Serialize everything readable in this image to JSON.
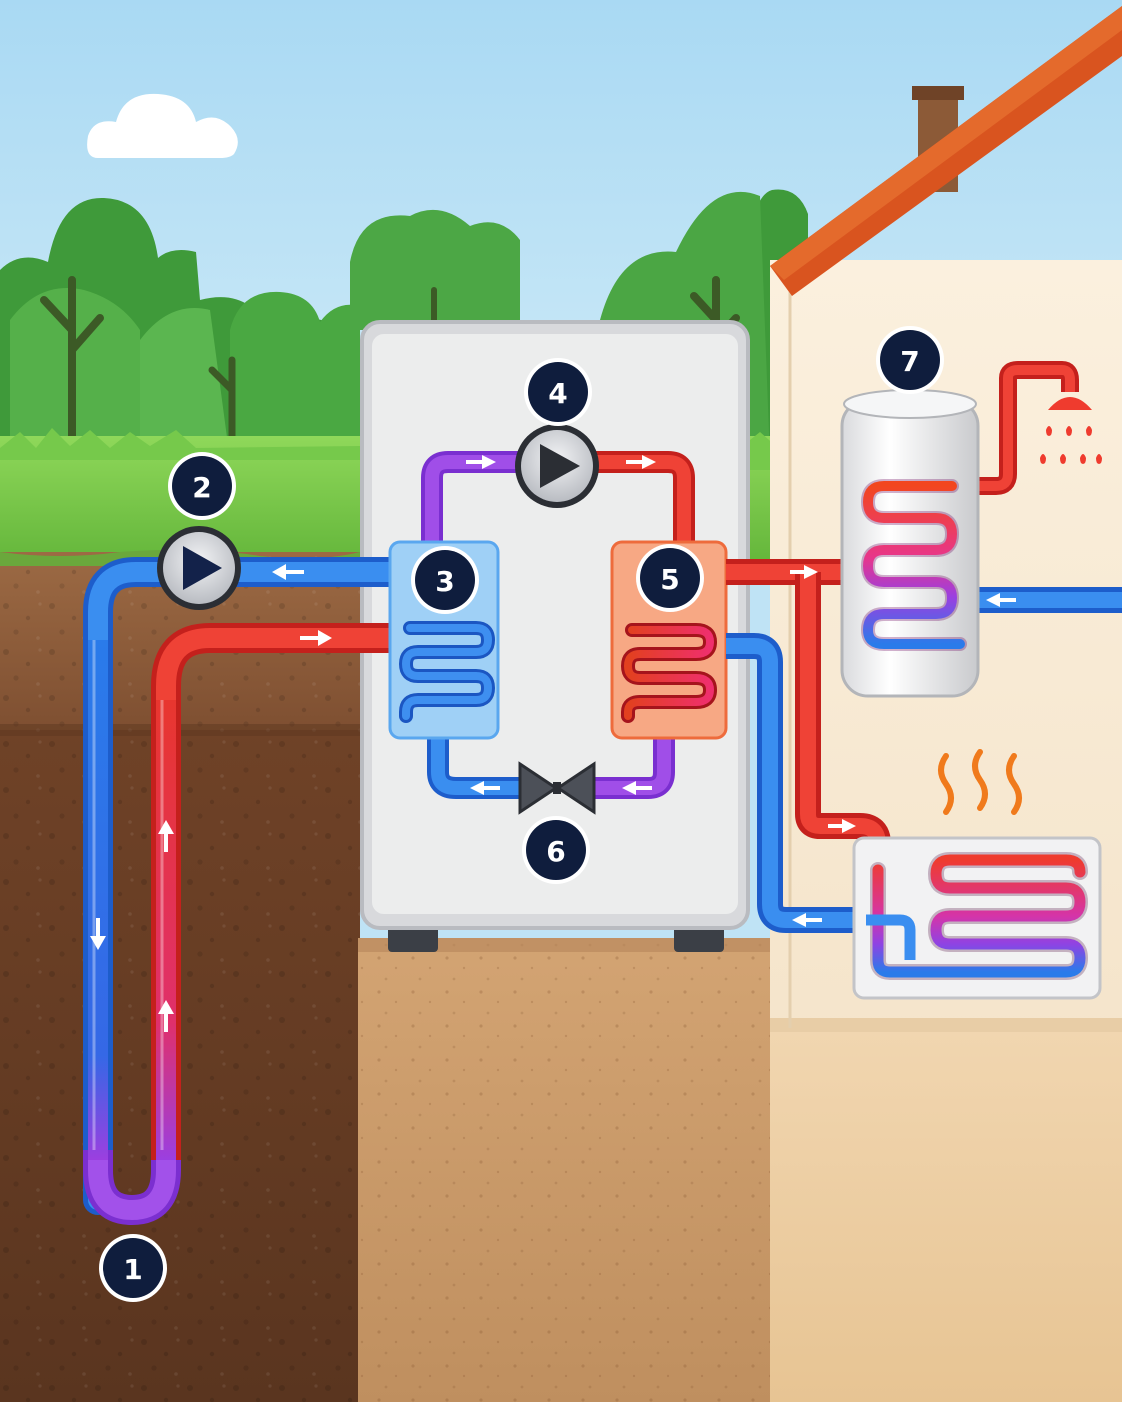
{
  "diagram": {
    "type": "ground-source heat pump schematic",
    "components": [
      {
        "number": "1",
        "name": "ground-loop-bottom",
        "label": "1"
      },
      {
        "number": "2",
        "name": "circulation-pump",
        "label": "2"
      },
      {
        "number": "3",
        "name": "evaporator-heat-exchanger",
        "label": "3"
      },
      {
        "number": "4",
        "name": "compressor",
        "label": "4"
      },
      {
        "number": "5",
        "name": "condenser-heat-exchanger",
        "label": "5"
      },
      {
        "number": "6",
        "name": "expansion-valve",
        "label": "6"
      },
      {
        "number": "7",
        "name": "hot-water-cylinder",
        "label": "7"
      }
    ],
    "colors": {
      "cold_pipe": "#2a7bea",
      "warm_pipe": "#e8362f",
      "refrigerant_mid": "#9b3fe0",
      "badge": "#0f1d3d",
      "sky": "#bfe3f5",
      "roof": "#d9541f",
      "wall": "#f6e6cd",
      "soil": "#7b4a2b",
      "foundation": "#c89968",
      "unit_casing": "#e9eaec"
    },
    "icons": [
      "pump-icon",
      "compressor-icon",
      "valve-icon",
      "shower-icon",
      "heat-waves-icon",
      "cloud-icon",
      "chimney-icon"
    ]
  }
}
